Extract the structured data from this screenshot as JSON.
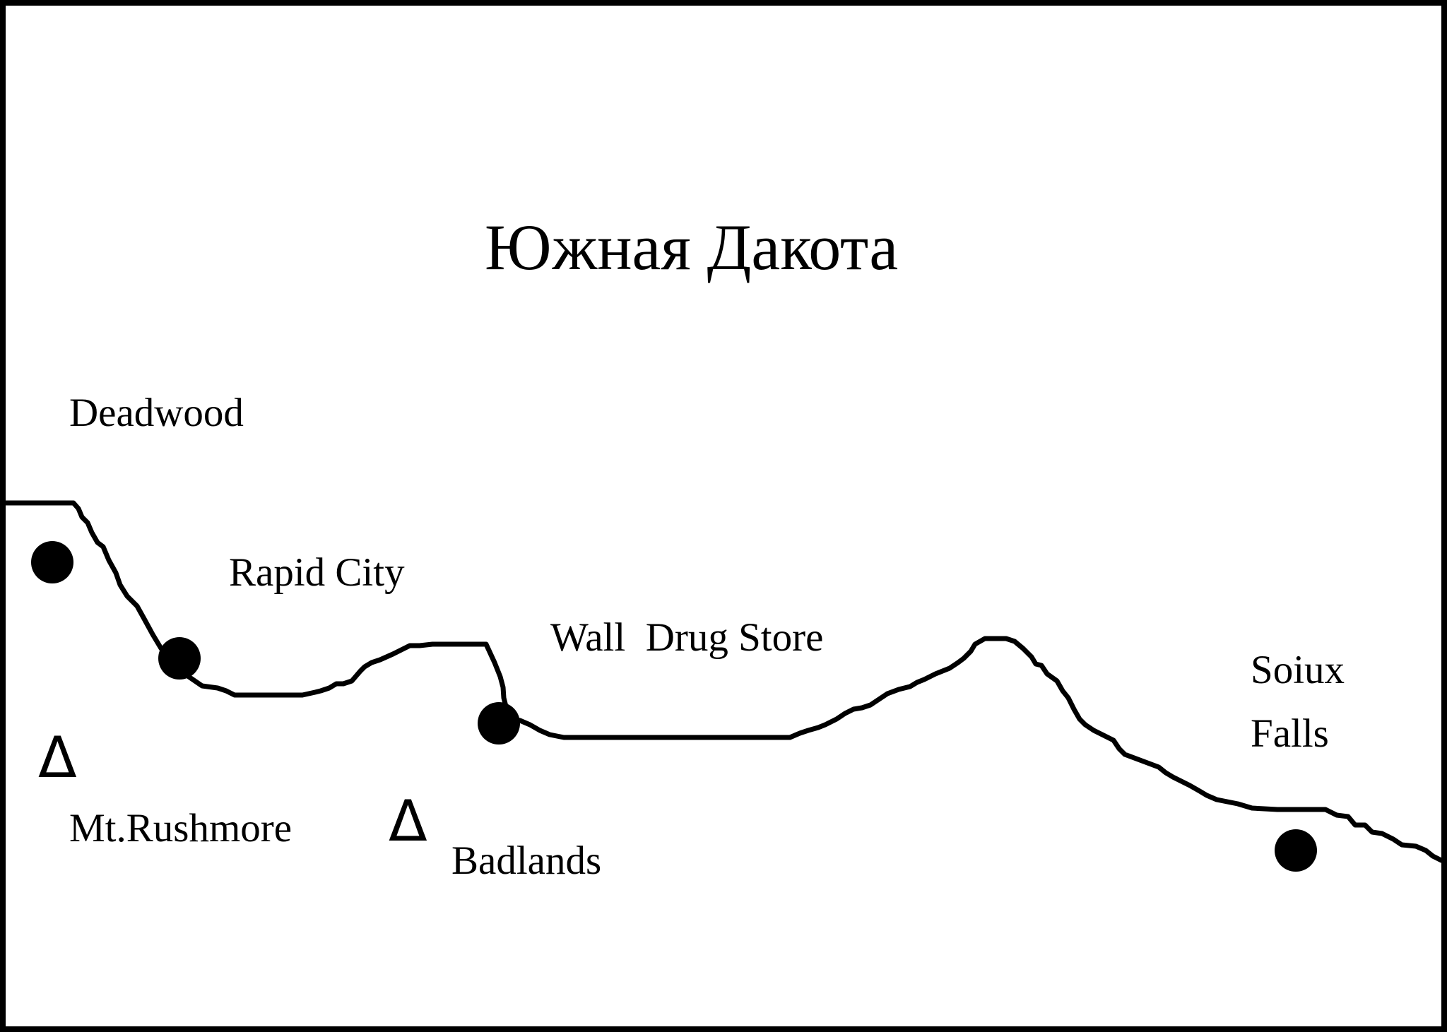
{
  "map": {
    "title": "Южная Дакота",
    "labels": {
      "deadwood": "Deadwood",
      "rapid_city": "Rapid City",
      "wall_drug_store": "Wall  Drug Store",
      "soiux": "Soiux",
      "falls": "Falls",
      "mt_rushmore": "Mt.Rushmore",
      "badlands": "Badlands"
    },
    "symbols": {
      "landmark": "Δ"
    },
    "colors": {
      "ink": "#000000",
      "background": "#ffffff"
    }
  }
}
